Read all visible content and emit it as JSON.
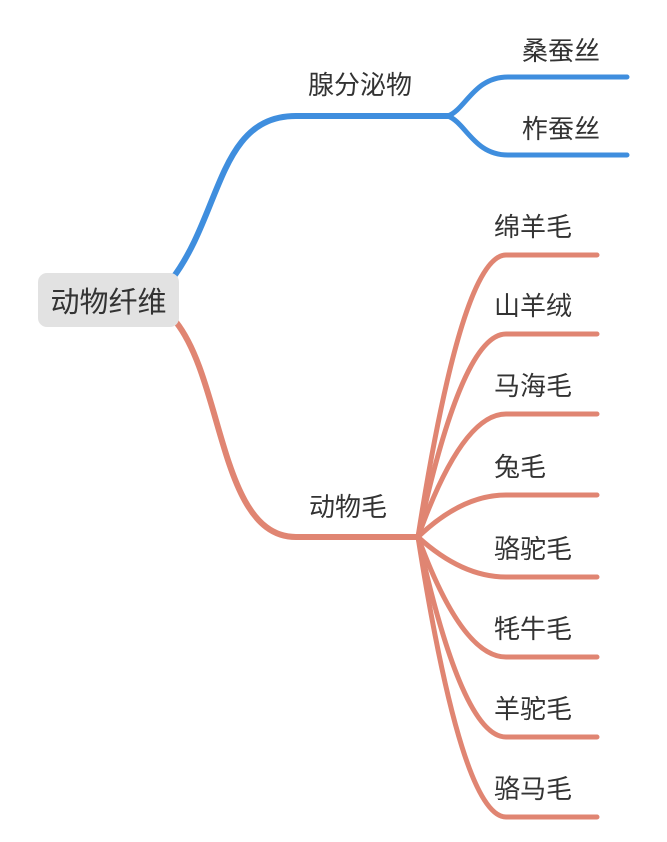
{
  "colors": {
    "branch_blue": "#3f8ede",
    "branch_salmon": "#e08572",
    "text": "#333333",
    "root_background": "#e2e2e2",
    "canvas_background": "#ffffff"
  },
  "mindmap": {
    "root": {
      "label": "动物纤维"
    },
    "branches": [
      {
        "label": "腺分泌物",
        "color": "#3f8ede",
        "children": [
          {
            "label": "桑蚕丝"
          },
          {
            "label": "柞蚕丝"
          }
        ]
      },
      {
        "label": "动物毛",
        "color": "#e08572",
        "children": [
          {
            "label": "绵羊毛"
          },
          {
            "label": "山羊绒"
          },
          {
            "label": "马海毛"
          },
          {
            "label": "兔毛"
          },
          {
            "label": "骆驼毛"
          },
          {
            "label": "牦牛毛"
          },
          {
            "label": "羊驼毛"
          },
          {
            "label": "骆马毛"
          }
        ]
      }
    ]
  }
}
